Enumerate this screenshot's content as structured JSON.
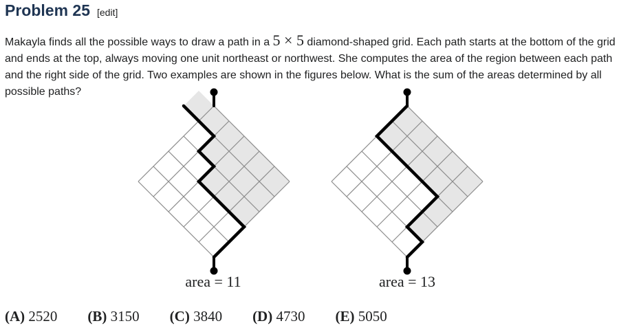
{
  "heading": {
    "title": "Problem 25",
    "edit_label": "[edit]"
  },
  "problem": {
    "text_1": "Makayla finds all the possible ways to draw a path in a ",
    "math": "5 × 5",
    "text_2": " diamond-shaped grid. Each path starts at the bottom of the grid and ends at the top, always moving one unit northeast or northwest. She computes the area of the region between each path and the right side of the grid. Two examples are shown in the figures below. What is the sum of the areas determined by all possible paths?"
  },
  "figures": [
    {
      "label": "area = 11",
      "path_moves": "NE,NE,NW,NW,NW,NE,NW,NE,NW,NW"
    },
    {
      "label": "area = 13",
      "path_moves": "NE,NW,NE,NE,NW,NW,NW,NW,NE,NE"
    }
  ],
  "choices": [
    {
      "letter": "(A)",
      "value": "2520"
    },
    {
      "letter": "(B)",
      "value": "3150"
    },
    {
      "letter": "(C)",
      "value": "3840"
    },
    {
      "letter": "(D)",
      "value": "4730"
    },
    {
      "letter": "(E)",
      "value": "5050"
    }
  ],
  "colors": {
    "title": "#1f3553",
    "shaded": "#e6e6e6",
    "grid": "#8c8c8c",
    "path": "#000000"
  }
}
